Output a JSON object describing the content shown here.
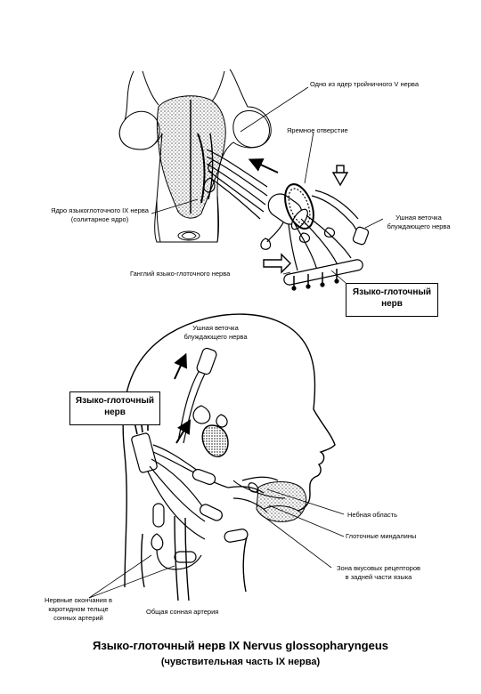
{
  "top_labels": {
    "trigeminal_nucleus": "Одно из ядер тройничного V нерва",
    "jugular_foramen": "Яремное отверстие",
    "nucleus_ix_line1": "Ядро языкоглоточного IX нерва",
    "nucleus_ix_line2": "(солитарное ядро)",
    "auricular_line1": "Ушная веточка",
    "auricular_line2": "блуждающего нерва",
    "ganglion": "Ганглий языко-глоточного нерва",
    "box_line1": "Языко-глоточный",
    "box_line2": "нерв"
  },
  "bottom_labels": {
    "auricular_line1": "Ушная веточка",
    "auricular_line2": "блуждающего нерва",
    "box_line1": "Языко-глоточный",
    "box_line2": "нерв",
    "soft_palate": "Небная область",
    "tonsils": "Глоточные миндалины",
    "taste_line1": "Зона вкусовых рецепторов",
    "taste_line2": "в задней части языка",
    "carotid_line1": "Нервные окончания в",
    "carotid_line2": "каротидном тельце",
    "carotid_line3": "сонных артерий",
    "common_carotid": "Общая сонная артерия"
  },
  "title": {
    "line1": "Языко-глоточный нерв IX Nervus glossopharyngeus",
    "line2": "(чувствительная часть IX нерва)"
  }
}
